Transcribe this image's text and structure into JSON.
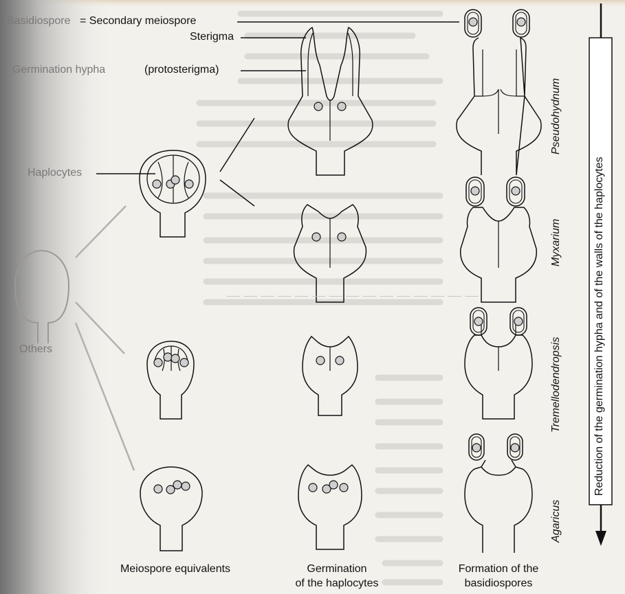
{
  "labels": {
    "secondary_meiospore_prefix": "Basidiospore",
    "secondary_meiospore_rest": "= Secondary meiospore",
    "sterigma": "Sterigma",
    "germination_hypha_prefix": "Germination hypha",
    "germination_hypha_rest": "(protosterigma)",
    "haplocytes": "Haplocytes",
    "others": "Others"
  },
  "column_headings": {
    "left": "Meiospore equivalents",
    "middle_line1": "Germination",
    "middle_line2": "of the haplocytes",
    "right_line1": "Formation of the",
    "right_line2": "basidiospores"
  },
  "genera": [
    "Pseudohydnum",
    "Myxarium",
    "Tremellodendropsis",
    "Agaricus"
  ],
  "axis_label": "Reduction of the germination hypha and of the walls of the haplocytes",
  "colors": {
    "paper": "#f3f1ec",
    "ink": "#111111",
    "nucleus_fill": "#cfcfcf",
    "faded": "#b8b6b2",
    "left_shadow": "#7a7a7a",
    "edge_beige": "#e6d7c1"
  }
}
